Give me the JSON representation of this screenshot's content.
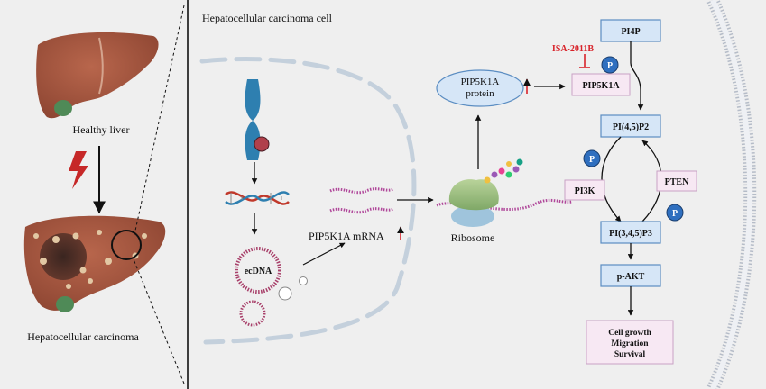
{
  "left_panel": {
    "healthy_label": "Healthy liver",
    "hcc_label": "Hepatocellular carcinoma"
  },
  "cell": {
    "title": "Hepatocellular carcinoma cell",
    "ecdna_label": "ecDNA",
    "mrna_label": "PIP5K1A mRNA",
    "ribosome_label": "Ribosome",
    "protein_label_line1": "PIP5K1A",
    "protein_label_line2": "protein"
  },
  "pathway": {
    "pi4p": "PI4P",
    "inhibitor": "ISA-2011B",
    "pip5k1a": "PIP5K1A",
    "pi45p2": "PI(4,5)P2",
    "pi3k": "PI3K",
    "pten": "PTEN",
    "pi345p3": "PI(3,4,5)P3",
    "pakt": "p-AKT",
    "phospho_symbol": "P",
    "outcome_line1": "Cell growth",
    "outcome_line2": "Migration",
    "outcome_line3": "Survival"
  },
  "colors": {
    "background": "#efefef",
    "node_fill": "#d6e6f7",
    "node_stroke": "#5b8dc2",
    "pink_fill": "#f7e8f3",
    "pink_stroke": "#c9a2c4",
    "up_arrow": "#d8232a",
    "inhibitor": "#d8232a",
    "phospho": "#2f6fbf",
    "membrane": "#aeb6c2",
    "liver": "#a6573f"
  }
}
